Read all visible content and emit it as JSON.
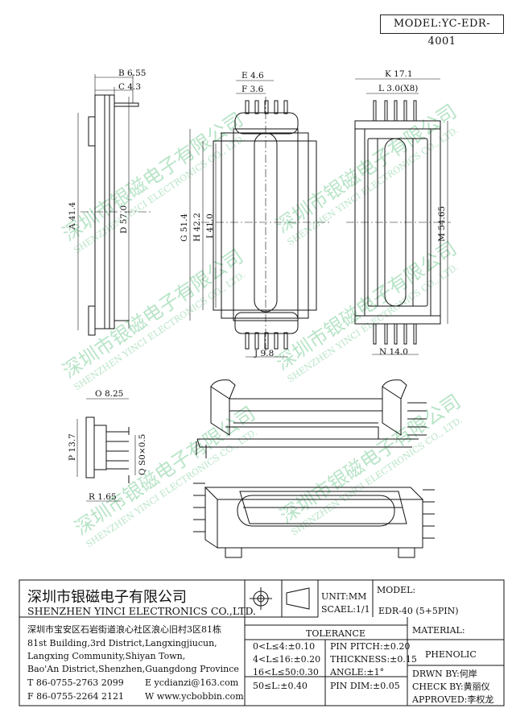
{
  "model_label": "MODEL:YC-EDR-4001",
  "dimensions": {
    "b": "B 6.55",
    "c": "C 4.3",
    "a": "A 41.4",
    "d": "D 57.0",
    "e": "E 4.6",
    "f": "F 3.6",
    "g": "G 51.4",
    "h": "H 42.2",
    "i": "I 41.0",
    "j": "J 9.8",
    "k": "K 17.1",
    "l": "L 3.0(X8)",
    "m": "M 54.65",
    "n": "N 14.0",
    "o": "O 8.25",
    "p": "P 13.7",
    "q": "Q S0×0.5",
    "r": "R 1.65"
  },
  "watermark": {
    "cn": "深圳市银磁电子有限公司",
    "en": "SHENZHEN YINCI ELECTRONICS CO., LTD."
  },
  "title_block": {
    "company_cn": "深圳市银磁电子有限公司",
    "company_en": "SHENZHEN YINCI ELECTRONICS CO.,LTD.",
    "address_cn": "深圳市宝安区石岩街道浪心社区浪心旧村3区81栋",
    "address_en_1": "81st Building,3rd District,Langxingjiucun,",
    "address_en_2": "Langxing Community,Shiyan Town,",
    "address_en_3": "Bao'An District,Shenzhen,Guangdong Province",
    "tel": "T 86-0755-2763 2099",
    "email": "E ycdianzi@163.com",
    "fax": "F 86-0755-2264 2121",
    "web": "W www.ycbobbin.com",
    "unit": "UNIT:MM",
    "scale": "SCAEL:1/1",
    "model_header": "MODEL:",
    "model_value": "EDR-40 (5+5PIN)",
    "tolerance_header": "TOLERANCE",
    "tol_rows": [
      "0<L≤4:±0.10",
      "4<L≤16:±0.20",
      "16<L≤50:0.30",
      "50≤L:±0.40"
    ],
    "pin_rows": [
      "PIN PITCH:±0.20",
      "THICKNESS:±0.15",
      "ANGLE:±1°",
      "PIN DIM:±0.05"
    ],
    "material_header": "MATERIAL:",
    "material_value": "PHENOLIC",
    "drawn_by": "DRWN BY:何岸",
    "check_by": "CHECK BY:黄丽仪",
    "approved_by": "APPROVED:李权龙"
  }
}
